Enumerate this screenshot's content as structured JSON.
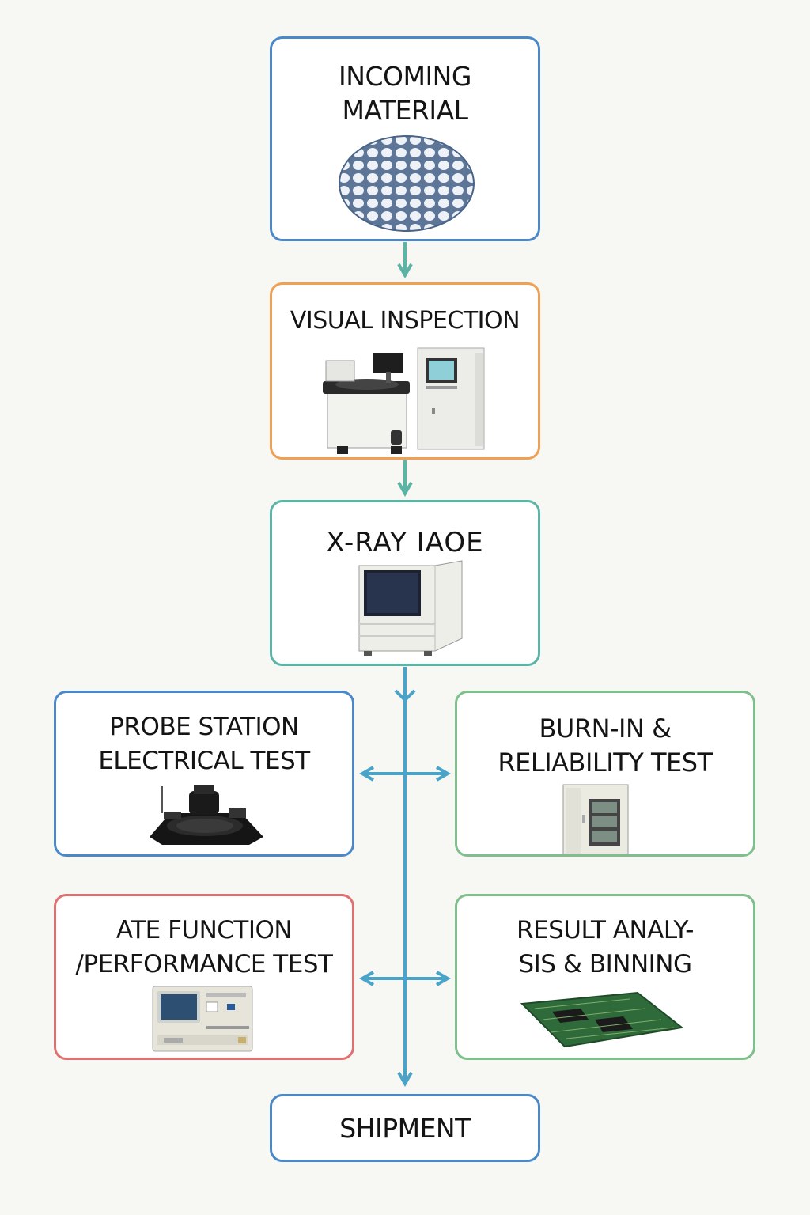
{
  "steps": {
    "incoming": "INCOMING\nMATERIAL",
    "visual": "VISUAL INSPECTION",
    "xray": "X-RAY IAOE",
    "probe": "PROBE STATION\nELECTRICAL TEST",
    "burnin": "BURN-IN  &\nRELIABILITY TEST",
    "ate": "ATE FUNCTION\n/PERFORMANCE TEST",
    "result": "RESULT ANALY-\nSIS & BINNING",
    "shipment": "SHIPMENT"
  },
  "colors": {
    "blue": "#4a88c9",
    "orange": "#f0a050",
    "teal": "#5bb5a7",
    "green": "#7fbf8c",
    "red": "#e07070",
    "arrow": "#4aa3c8"
  },
  "illustrations": {
    "incoming": "wafer-icon",
    "visual": "inspection-machines-icon",
    "xray": "xray-machine-icon",
    "probe": "probe-station-icon",
    "burnin": "burn-in-chamber-icon",
    "ate": "ate-tester-icon",
    "result": "circuit-board-icon"
  }
}
